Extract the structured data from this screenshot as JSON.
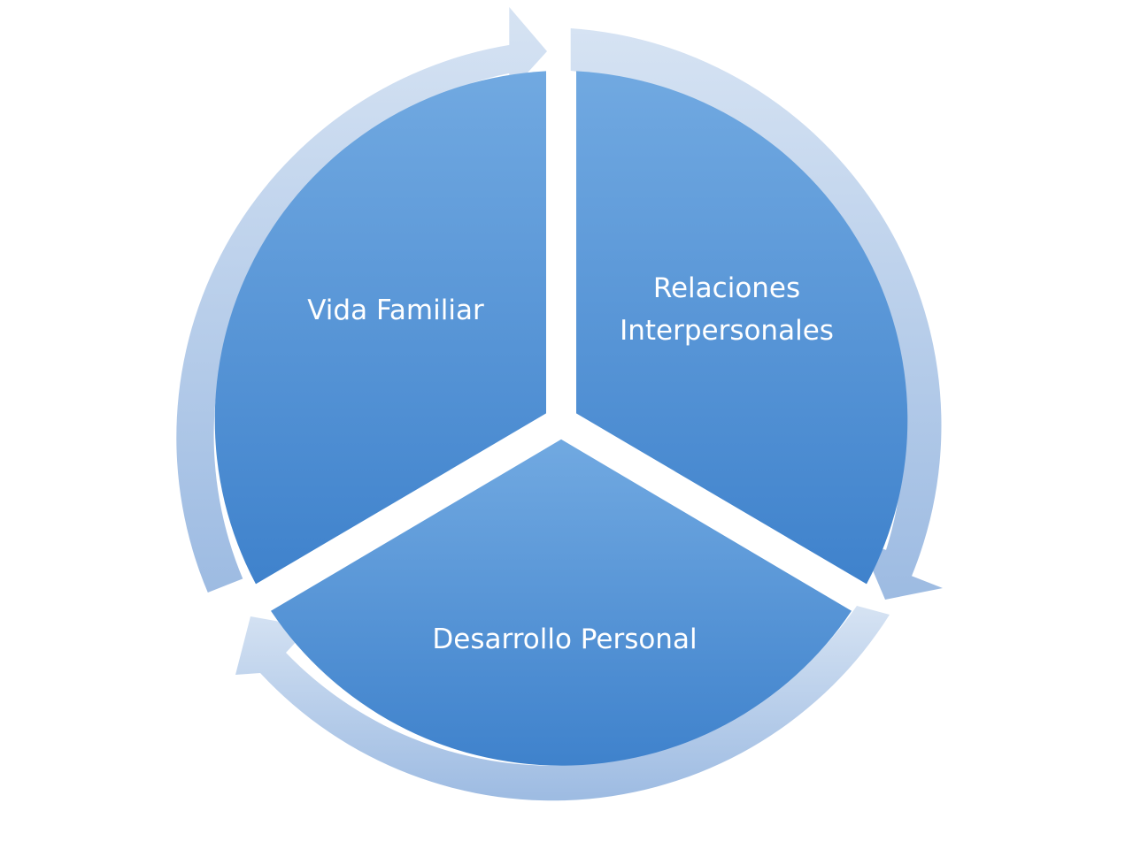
{
  "diagram": {
    "type": "cycle",
    "segments": [
      {
        "id": "vida-familiar",
        "lines": [
          "Vida Familiar"
        ]
      },
      {
        "id": "relaciones-interpersonales",
        "lines": [
          "Relaciones",
          "Interpersonales"
        ]
      },
      {
        "id": "desarrollo-personal",
        "lines": [
          "Desarrollo Personal"
        ]
      }
    ],
    "colors": {
      "segment_light": "#71a9e1",
      "segment_dark": "#3f82cc",
      "arrow_light": "#d6e3f3",
      "arrow_dark": "#9dbbe2",
      "text": "#ffffff",
      "background": "#ffffff"
    }
  }
}
